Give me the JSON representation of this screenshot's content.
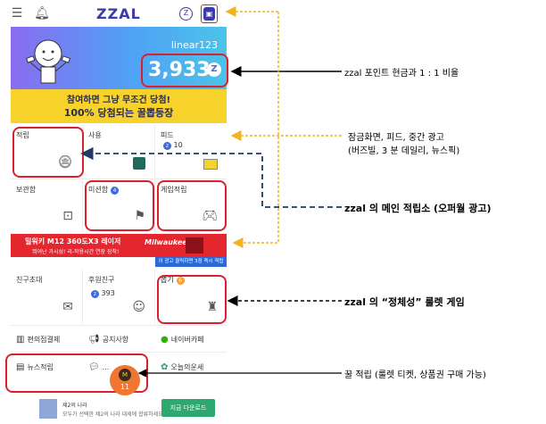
{
  "app": {
    "logo": "ZZAL",
    "menu_icon": "hamburger-icon",
    "bell_icon": "bell-icon",
    "coupon_icon": "coupon-icon",
    "card_icon": "id-card-icon"
  },
  "banner": {
    "user_id": "linear123",
    "points": "3,933",
    "coin_symbol": "Z",
    "line1": "참여하면 그냥 무조건 당첨!",
    "line2": "100% 당첨되는 꿀뽑등장"
  },
  "grid": {
    "row1": [
      {
        "label": "적립",
        "icon": "coins-icon"
      },
      {
        "label": "사용",
        "icon": "gift-box-icon"
      },
      {
        "label": "피드",
        "count": "10",
        "icon": "feed-tag-icon"
      }
    ],
    "row2": [
      {
        "label": "보관함",
        "icon": "storage-box-icon"
      },
      {
        "label": "미션함",
        "badge": "4",
        "icon": "flag-icon"
      },
      {
        "label": "게임적립",
        "icon": "gamepad-icon"
      }
    ]
  },
  "ad": {
    "title": "밀워키 M12 360도X3 레이저",
    "subtitle": "뛰어난 가시성! 리-작용시간 연장 장착!",
    "brand": "Milwaukee",
    "cta": "이 광고 클릭하면 3점 즉시 적립"
  },
  "grid2": {
    "row1": [
      {
        "label": "친구초대",
        "icon": "invite-icon"
      },
      {
        "label": "후원친구",
        "count": "393",
        "icon": "friends-icon"
      },
      {
        "label": "뽑기",
        "badge": "6",
        "icon": "claw-machine-icon"
      }
    ],
    "row2": [
      {
        "label": "편의점결제",
        "icon": "barcode-icon"
      },
      {
        "label": "공지사항",
        "icon": "megaphone-icon"
      },
      {
        "label": "네이버카페",
        "icon": "cafe-icon"
      }
    ],
    "row3": [
      {
        "label": "뉴스적립",
        "icon": "news-icon"
      },
      {
        "label": "...",
        "icon": "chat-icon"
      },
      {
        "label": "오늘의운세",
        "icon": "fortune-icon"
      }
    ]
  },
  "fab": {
    "count": "11",
    "symbol": "M"
  },
  "bottom_ad": {
    "title": "제2의 나라",
    "desc": "모두가 선택한 제2의 나라 대세에 합류하세요",
    "button": "지금 다운로드"
  },
  "annotations": {
    "a1": "zzal 포인트 현금과 1 : 1 비율",
    "a2_line1": "잠금화면, 피드, 중간 광고",
    "a2_line2": "(버즈빌, 3 분 데일리, 뉴스픽)",
    "a3": "zzal 의 메인 적립소 (오퍼월 광고)",
    "a4": "zzal 의 “정체성” 룰렛 게임",
    "a5": "꿀 적립 (룰렛 티켓, 상품권 구매 가능)"
  },
  "colors": {
    "highlight_red": "#d8202f",
    "arrow_yellow": "#f2b31c",
    "arrow_navy": "#1f3a66",
    "banner_yellow": "#f6d22a"
  }
}
